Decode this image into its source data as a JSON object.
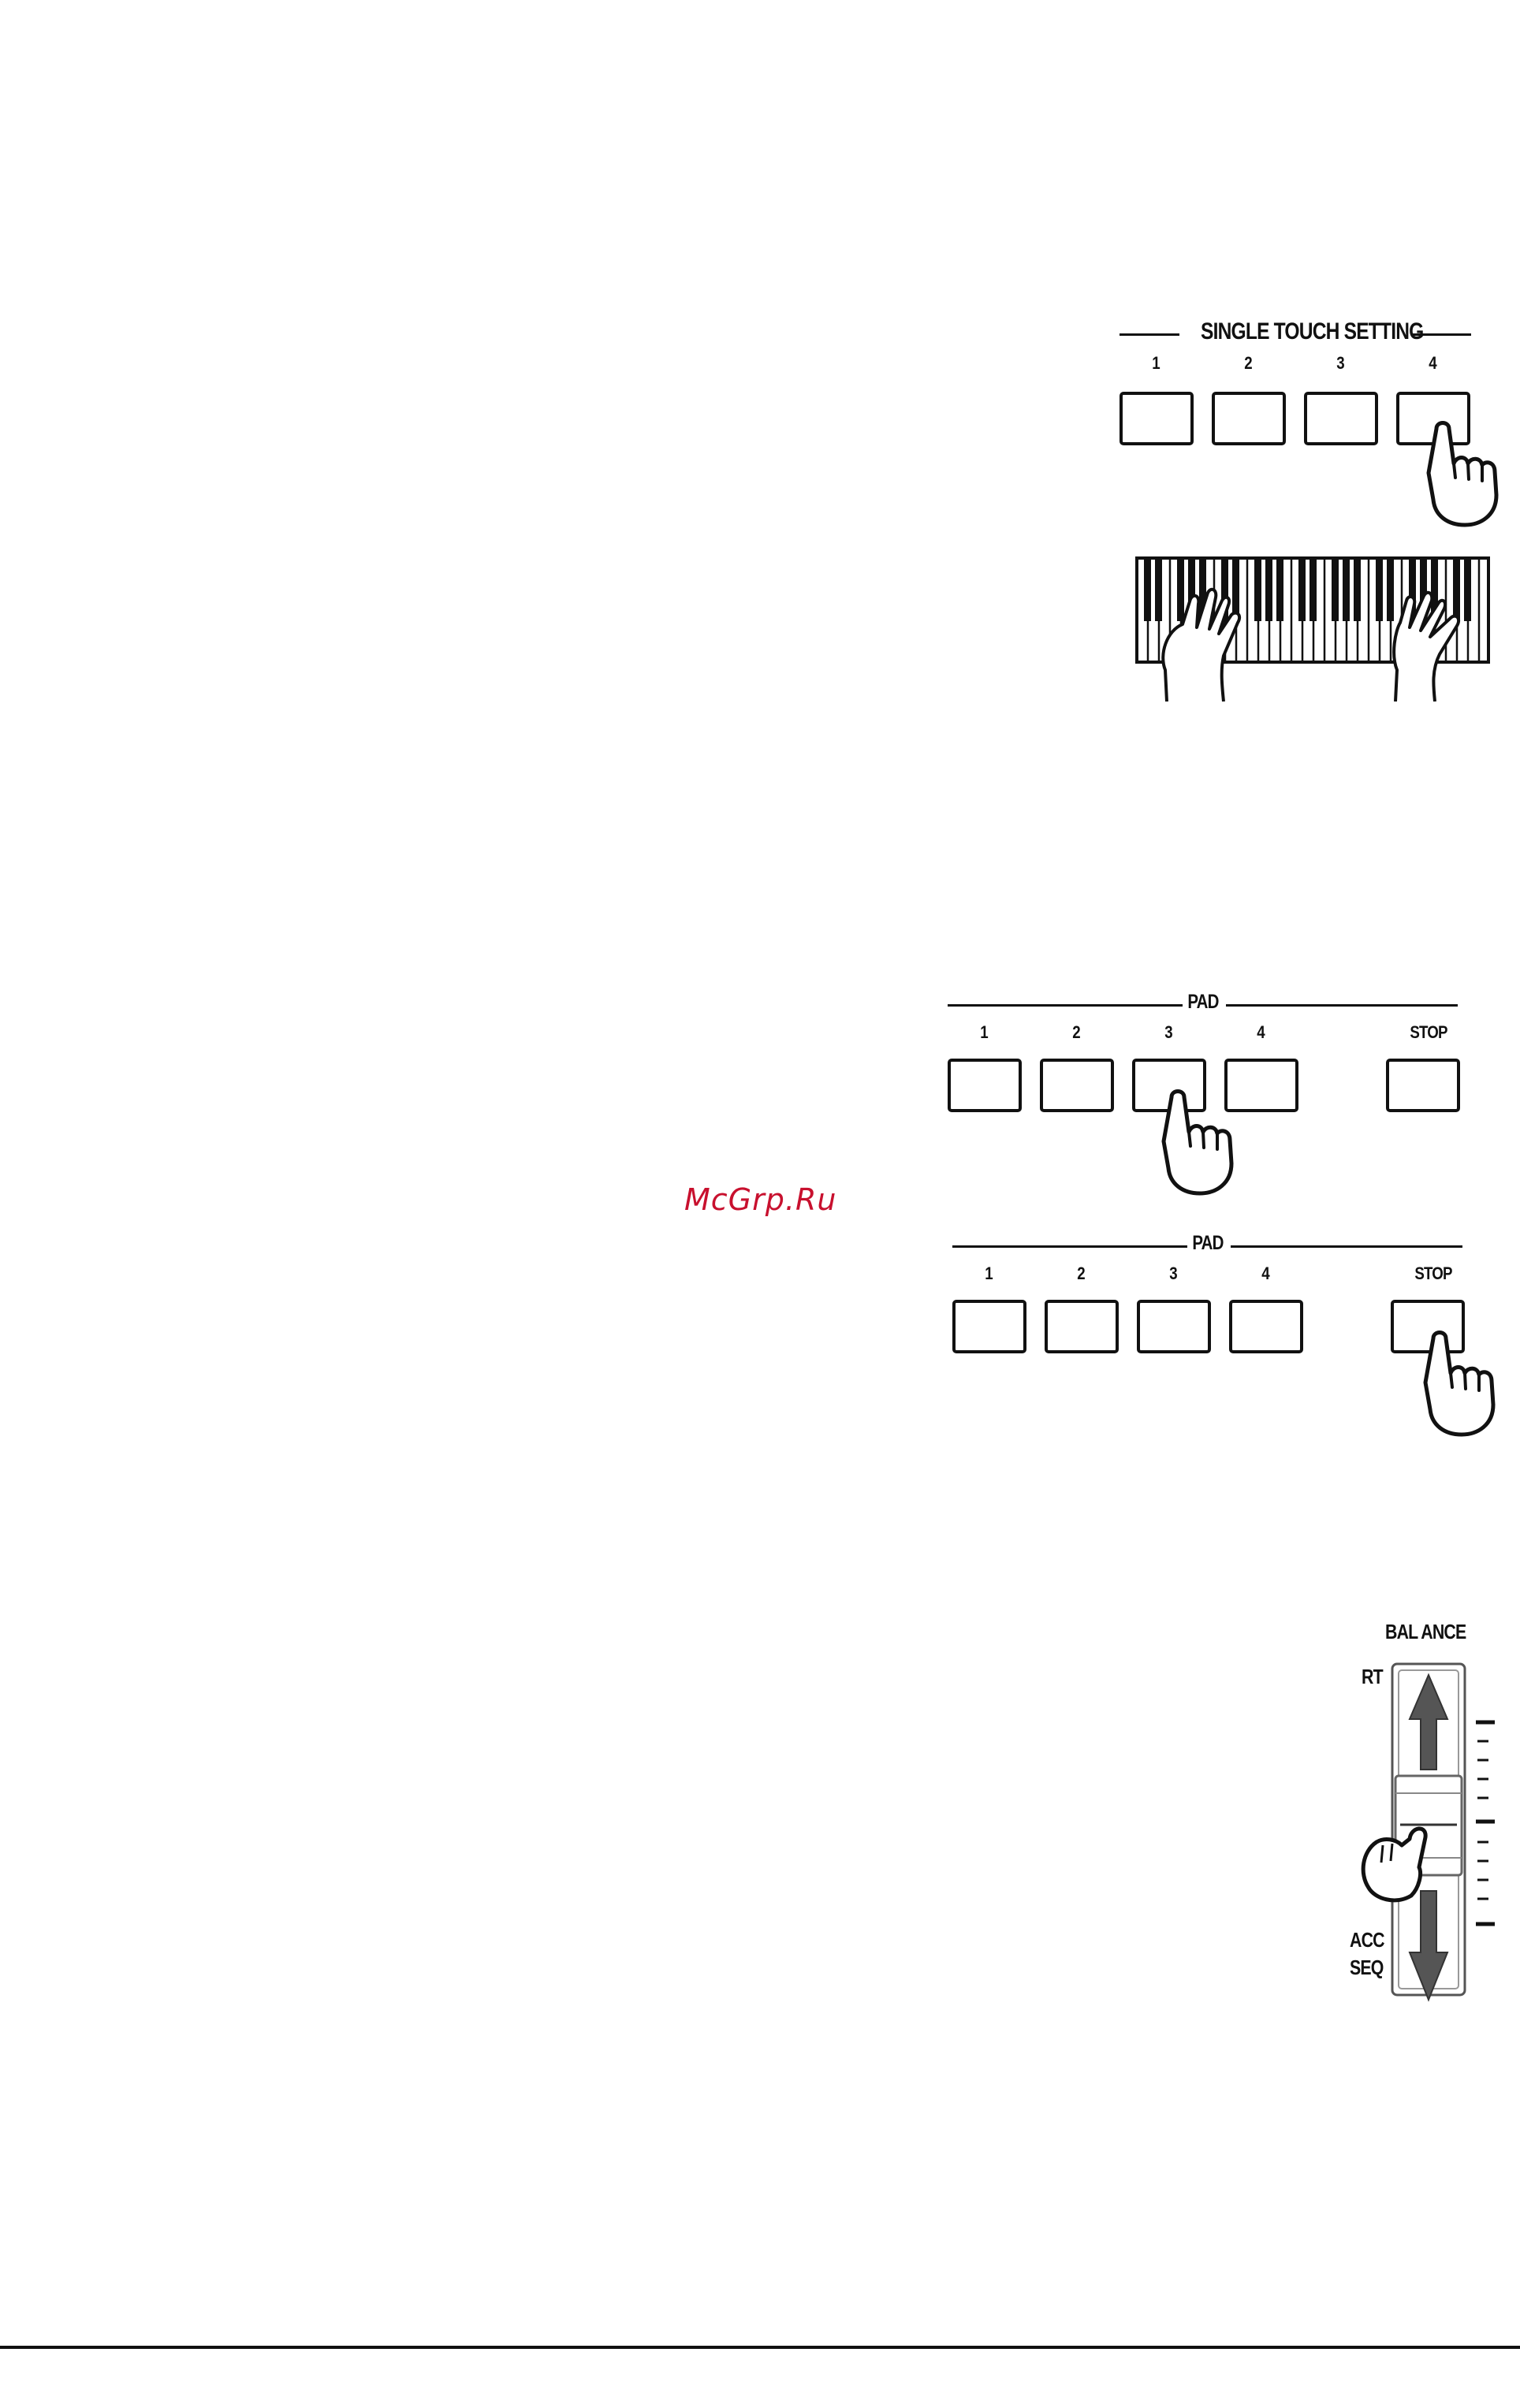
{
  "single_touch": {
    "title": "SINGLE TOUCH SETTING",
    "buttons": [
      "1",
      "2",
      "3",
      "4"
    ],
    "pressed_index": 3
  },
  "pad_top": {
    "title": "PAD",
    "buttons": [
      "1",
      "2",
      "3",
      "4"
    ],
    "stop_label": "STOP",
    "pressed": "3"
  },
  "pad_bottom": {
    "title": "PAD",
    "buttons": [
      "1",
      "2",
      "3",
      "4"
    ],
    "stop_label": "STOP",
    "pressed": "STOP"
  },
  "watermark": "McGrp.Ru",
  "balance": {
    "title": "BAL ANCE",
    "top_label": "RT",
    "bottom_label_1": "ACC",
    "bottom_label_2": "SEQ"
  },
  "icons": {
    "hand": "pointing-hand-icon",
    "keyboard": "keyboard-hands-icon",
    "arrow_up": "arrow-up-icon",
    "arrow_down": "arrow-down-icon"
  }
}
